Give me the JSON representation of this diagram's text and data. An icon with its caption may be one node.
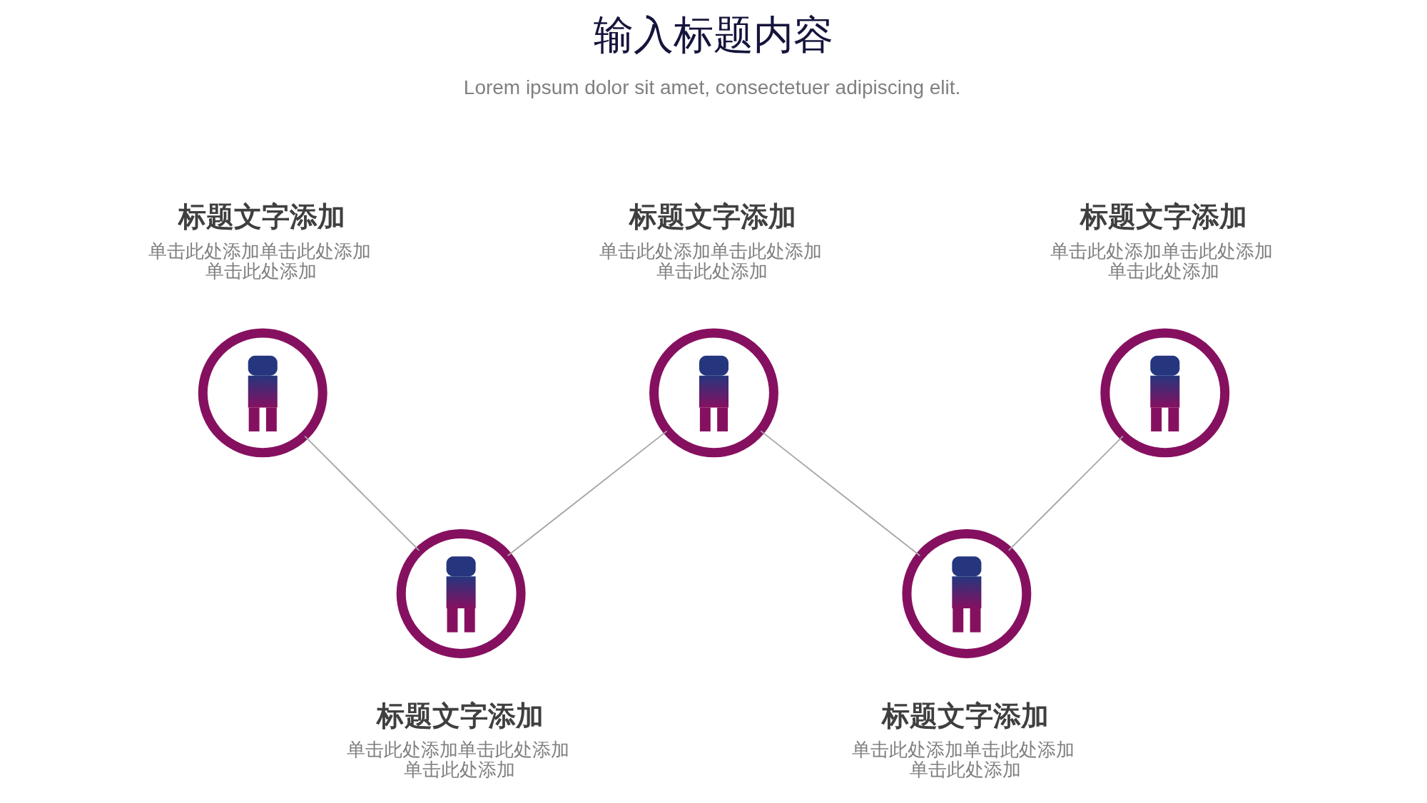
{
  "diagram": {
    "title": "输入标题内容",
    "nodes": [
      {
        "text": [],
        "shape": "circle",
        "beside": [
          "标题文字添加",
          "单击此处添加单击此处添加单击此处添加"
        ]
      },
      {
        "text": [],
        "shape": "circle",
        "beside": [
          "标题文字添加",
          "单击此处添加单击此处添加单击此处添加"
        ]
      },
      {
        "text": [],
        "shape": "circle",
        "beside": [
          "标题文字添加",
          "单击此处添加单击此处添加单击此处添加"
        ]
      },
      {
        "text": [],
        "shape": "circle",
        "beside": [
          "标题文字添加",
          "单击此处添加单击此处添加单击此处添加"
        ]
      },
      {
        "text": [],
        "shape": "circle",
        "beside": [
          "标题文字添加",
          "单击此处添加单击此处添加单击此处添加"
        ]
      }
    ],
    "edges": [
      {
        "from": 0,
        "to": 1,
        "arrow": "none"
      },
      {
        "from": 1,
        "to": 2,
        "arrow": "none"
      },
      {
        "from": 2,
        "to": 3,
        "arrow": "none"
      },
      {
        "from": 3,
        "to": 4,
        "arrow": "none"
      }
    ],
    "labels": [
      "Lorem ipsum dolor sit amet, consectetuer adipiscing elit."
    ]
  }
}
